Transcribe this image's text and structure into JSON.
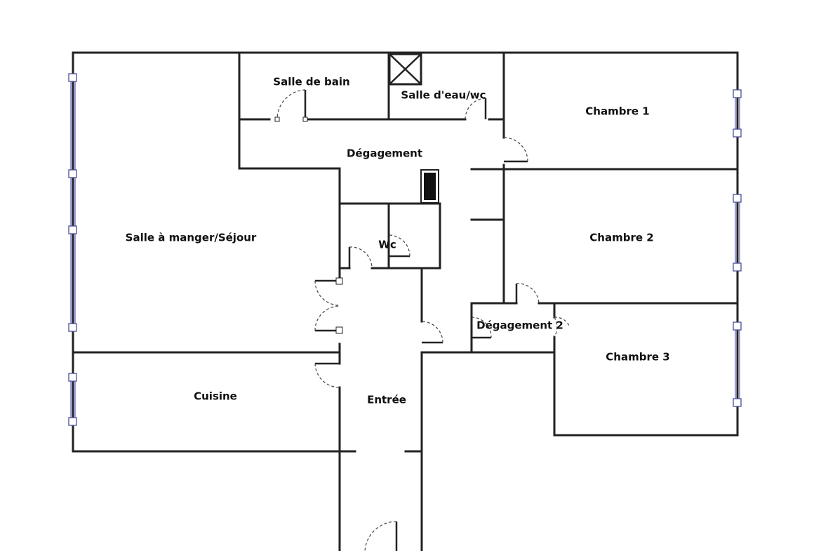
{
  "rooms": {
    "salle_de_bain": "Salle de bain",
    "salle_eau_wc": "Salle d'eau/wc",
    "chambre_1": "Chambre 1",
    "degagement": "Dégagement",
    "chambre_2": "Chambre 2",
    "sejour": "Salle à manger/Séjour",
    "wc": "Wc",
    "degagement_2": "Dégagement 2",
    "chambre_3": "Chambre 3",
    "cuisine": "Cuisine",
    "entree": "Entrée"
  },
  "colors": {
    "wall": "#222222",
    "window": "#7b7fd6",
    "background": "#ffffff"
  }
}
